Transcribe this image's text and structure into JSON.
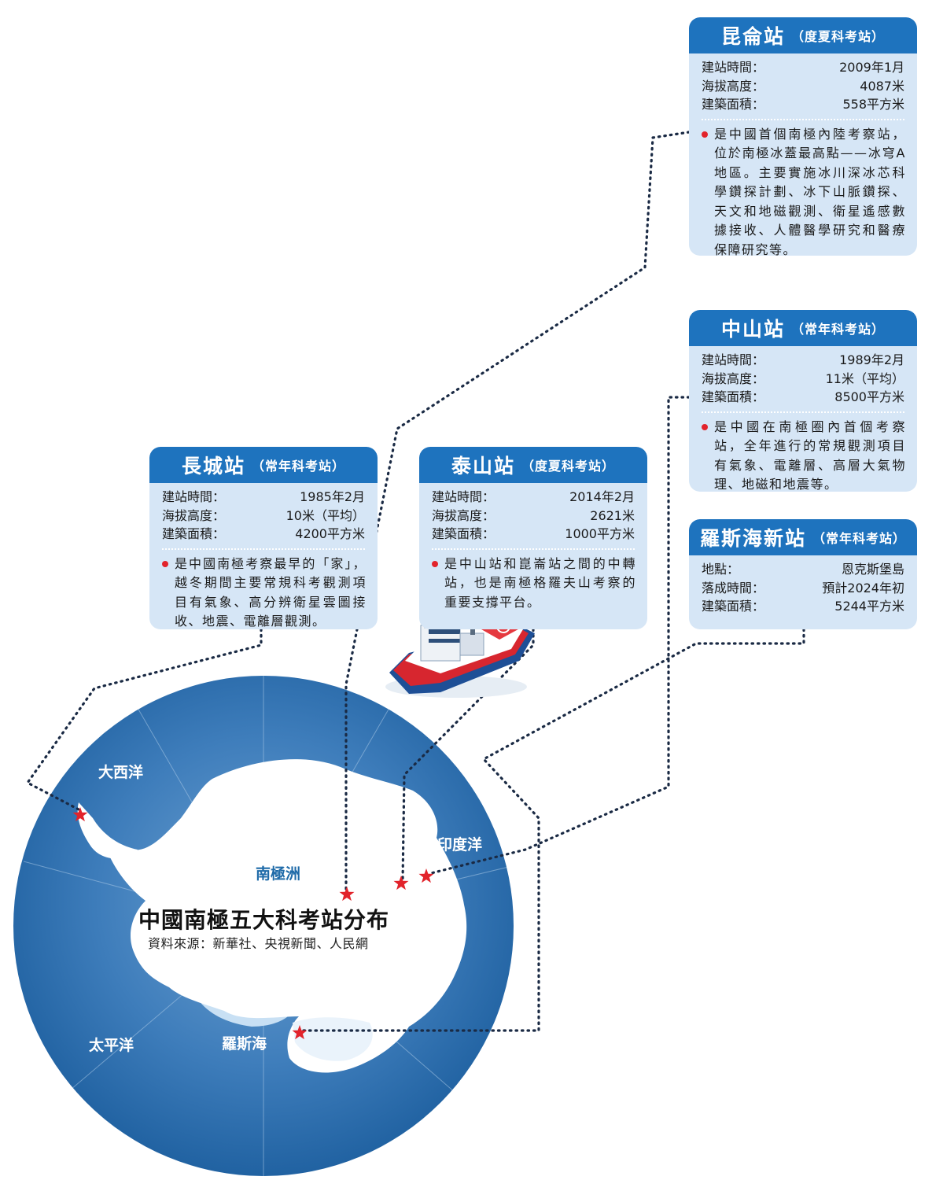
{
  "map": {
    "title": "中國南極五大科考站分布",
    "source": "資料來源：新華社、央視新聞、人民網",
    "labels": {
      "atlantic": "大西洋",
      "indian": "印度洋",
      "pacific": "太平洋",
      "ross_sea": "羅斯海",
      "antarctica": "南極洲"
    },
    "colors": {
      "ocean": "#1e6aa8",
      "ice": "#ffffff",
      "card_bg": "#d6e6f6",
      "card_header": "#1e73be",
      "station_marker": "#e2232b"
    },
    "icons": [
      "station-star-icon",
      "icebreaker-ship-icon"
    ]
  },
  "stations": {
    "kunlun": {
      "name": "昆侖站",
      "type": "（度夏科考站）",
      "rows": [
        {
          "k": "建站時間：",
          "v": "2009年1月"
        },
        {
          "k": "海拔高度：",
          "v": "4087米"
        },
        {
          "k": "建築面積：",
          "v": "558平方米"
        }
      ],
      "desc": "是中國首個南極內陸考察站，位於南極冰蓋最高點——冰穹A地區。主要實施冰川深冰芯科學鑽探計劃、冰下山脈鑽探、天文和地磁觀測、衛星遙感數據接收、人體醫學研究和醫療保障研究等。"
    },
    "zhongshan": {
      "name": "中山站",
      "type": "（常年科考站）",
      "rows": [
        {
          "k": "建站時間：",
          "v": "1989年2月"
        },
        {
          "k": "海拔高度：",
          "v": "11米（平均）"
        },
        {
          "k": "建築面積：",
          "v": "8500平方米"
        }
      ],
      "desc": "是中國在南極圈內首個考察站，全年進行的常規觀測項目有氣象、電離層、高層大氣物理、地磁和地震等。"
    },
    "changcheng": {
      "name": "長城站",
      "type": "（常年科考站）",
      "rows": [
        {
          "k": "建站時間：",
          "v": "1985年2月"
        },
        {
          "k": "海拔高度：",
          "v": "10米（平均）"
        },
        {
          "k": "建築面積：",
          "v": "4200平方米"
        }
      ],
      "desc": "是中國南極考察最早的「家」，越冬期間主要常規科考觀測項目有氣象、高分辨衛星雲圖接收、地震、電離層觀測。"
    },
    "taishan": {
      "name": "泰山站",
      "type": "（度夏科考站）",
      "rows": [
        {
          "k": "建站時間：",
          "v": "2014年2月"
        },
        {
          "k": "海拔高度：",
          "v": "2621米"
        },
        {
          "k": "建築面積：",
          "v": "1000平方米"
        }
      ],
      "desc": "是中山站和崑崙站之間的中轉站，也是南極格羅夫山考察的重要支撐平台。"
    },
    "rossSea": {
      "name": "羅斯海新站",
      "type": "（常年科考站）",
      "rows": [
        {
          "k": "地點：",
          "v": "恩克斯堡島"
        },
        {
          "k": "落成時間：",
          "v": "預計2024年初"
        },
        {
          "k": "建築面積：",
          "v": "5244平方米"
        }
      ]
    }
  }
}
